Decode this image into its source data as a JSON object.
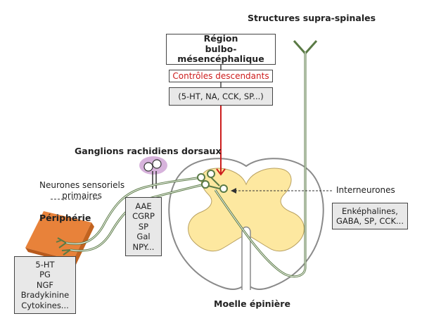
{
  "labels": {
    "supra_spinal": "Structures supra-spinales",
    "region_line1": "Région",
    "region_line2": "bulbo-mésencéphalique",
    "descending_controls": "Contrôles descendants",
    "descending_mediators": "(5-HT, NA, CCK, SP...)",
    "dorsal_ganglia": "Ganglions rachidiens dorsaux",
    "sensory_neurons_line1": "Neurones sensoriels",
    "sensory_neurons_line2": "primaires",
    "interneurons": "Interneurones",
    "interneuron_mediators_line1": "Enképhalines,",
    "interneuron_mediators_line2": "GABA, SP, CCK...",
    "periphery": "Périphérie",
    "spinal_cord": "Moelle épinière"
  },
  "ganglion_mediators": [
    "AAE",
    "CGRP",
    "SP",
    "Gal",
    "NPY..."
  ],
  "periphery_mediators": [
    "5-HT",
    "PG",
    "NGF",
    "Bradykinine",
    "Cytokines..."
  ],
  "colors": {
    "spinal_outline": "#888888",
    "gray_matter": "#fde8a0",
    "periphery_tissue": "#e8823a",
    "ganglion_halo": "#d7b3dc",
    "nerve_fiber": "#5a7a45",
    "descending_path": "#cc1d1d",
    "box_fill": "#e8e8e8"
  }
}
